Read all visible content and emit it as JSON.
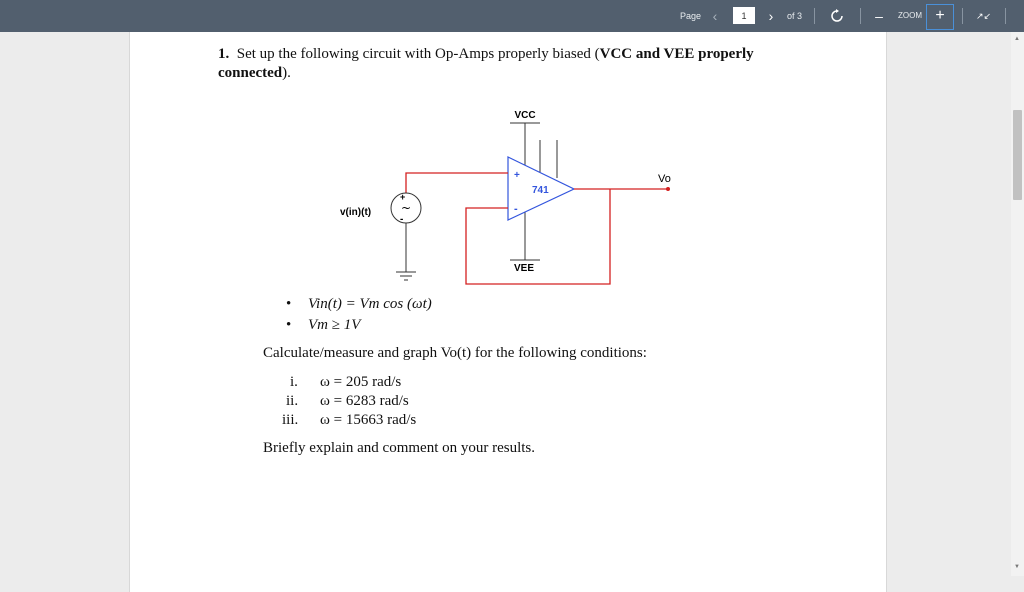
{
  "toolbar": {
    "page_label": "Page",
    "page_value": "1",
    "of_label": "of 3",
    "zoom_label": "ZOOM",
    "prev_icon": "chevron-left-icon",
    "next_icon": "chevron-right-icon",
    "rotate_icon": "rotate-icon",
    "zoom_out_icon": "minus-icon",
    "zoom_in_icon": "plus-icon",
    "collapse_icon": "collapse-icon"
  },
  "document": {
    "heading_number": "1.",
    "heading_text": "Set up the following circuit with Op-Amps properly biased (",
    "heading_bold": "VCC and VEE properly connected",
    "heading_end": ").",
    "circuit": {
      "vcc_label": "VCC",
      "vee_label": "VEE",
      "opamp_label": "741",
      "plus_label": "+",
      "minus_label": "-",
      "vo_label": "Vo",
      "vin_label": "v(in)(t)",
      "src_plus": "+",
      "src_minus": "-",
      "src_symbol": "~"
    },
    "bullets": [
      "Vin(t) = Vm cos (ωt)",
      "Vm ≥ 1V"
    ],
    "calc_text": "Calculate/measure and graph Vo(t) for the following conditions:",
    "items": [
      {
        "num": "i.",
        "text": "ω = 205 rad/s"
      },
      {
        "num": "ii.",
        "text": "ω = 6283 rad/s"
      },
      {
        "num": "iii.",
        "text": "ω = 15663 rad/s"
      }
    ],
    "closing": "Briefly explain and comment on your results."
  },
  "colors": {
    "toolbar_bg": "#525f6e",
    "wire_red": "#d42020",
    "opamp_blue": "#3355dd",
    "zoom_box": "#4a90d9"
  }
}
